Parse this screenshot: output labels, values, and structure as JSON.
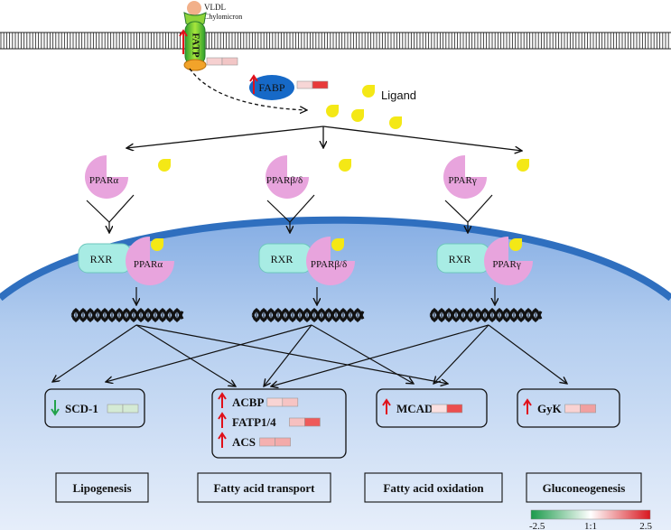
{
  "membrane": {
    "transporter_label": "FATP",
    "lipoprotein_label_1": "VLDL",
    "lipoprotein_label_2": "Chylomicron"
  },
  "fabp_label": "FABP",
  "ligand_label": "Ligand",
  "receptors": [
    {
      "cyto_label": "PPARα",
      "nuclear_label": "PPARα",
      "partner_label": "RXR"
    },
    {
      "cyto_label": "PPARβ/δ",
      "nuclear_label": "PPARβ/δ",
      "partner_label": "RXR"
    },
    {
      "cyto_label": "PPARγ",
      "nuclear_label": "PPARγ",
      "partner_label": "RXR"
    }
  ],
  "target_groups": [
    {
      "genes": [
        {
          "name": "SCD-1",
          "direction": "down",
          "cell_colors": [
            "#d4ead4",
            "#d4ead4"
          ]
        }
      ]
    },
    {
      "genes": [
        {
          "name": "ACBP",
          "direction": "up",
          "cell_colors": [
            "#f8d4d4",
            "#f6c4c4"
          ]
        },
        {
          "name": "FATP1/4",
          "direction": "up",
          "cell_colors": [
            "#f6c0c0",
            "#ee5a5a"
          ]
        },
        {
          "name": "ACS",
          "direction": "up",
          "cell_colors": [
            "#f4b0b0",
            "#f3aaaa"
          ]
        }
      ]
    },
    {
      "genes": [
        {
          "name": "MCAD",
          "direction": "up",
          "cell_colors": [
            "#fbe0e0",
            "#ec4e4e"
          ]
        }
      ]
    },
    {
      "genes": [
        {
          "name": "GyK",
          "direction": "up",
          "cell_colors": [
            "#f9d2d2",
            "#f1a0a0"
          ]
        }
      ]
    }
  ],
  "processes": [
    "Lipogenesis",
    "Fatty acid transport",
    "Fatty acid oxidation",
    "Gluconeogenesis"
  ],
  "membrane_fold_colors": [
    "#f6d0d0",
    "#f2c6c6"
  ],
  "fabp_fold_colors": [
    "#f7d6d6",
    "#e83a3a"
  ],
  "color_scale": {
    "min_label": "-2.5",
    "mid_label": "1:1",
    "max_label": "2.5",
    "colors": [
      "#1a9a4a",
      "#ffffff",
      "#d9171f"
    ]
  },
  "colors": {
    "receptor_fill": "#e8a4dd",
    "rxr_fill": "#a8ece4",
    "ligand_fill": "#f4e816",
    "fabp_fill": "#1669c7",
    "up_arrow": "#e0101a",
    "down_arrow": "#22a24a",
    "nucleus_fill": "#bcd4ee",
    "nucleus_edge": "#2f6fbf"
  }
}
